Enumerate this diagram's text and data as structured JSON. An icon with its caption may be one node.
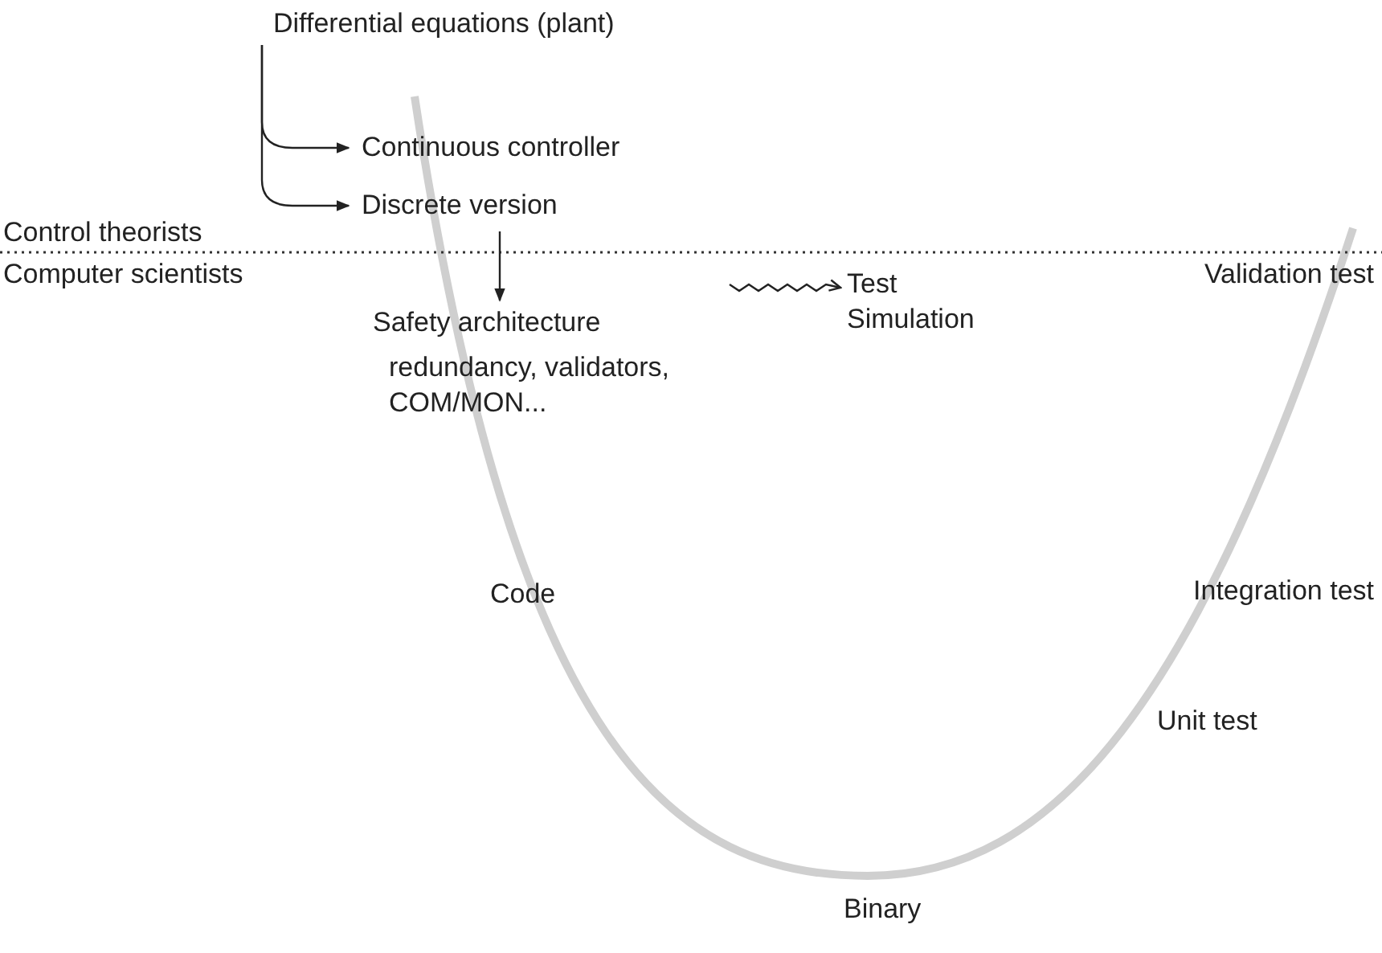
{
  "diagram": {
    "nodes": [
      {
        "text": [
          "Differential equations (plant)"
        ]
      },
      {
        "text": [
          "Continuous controller"
        ]
      },
      {
        "text": [
          "Discrete version"
        ]
      },
      {
        "text": [
          "Safety architecture",
          "redundancy, validators, COM/MON..."
        ]
      },
      {
        "text": [
          "Test Simulation"
        ]
      }
    ],
    "edges": [
      {
        "from": 0,
        "to": 1,
        "arrow": "to"
      },
      {
        "from": 0,
        "to": 2,
        "arrow": "to"
      },
      {
        "from": 2,
        "to": 3,
        "arrow": "to"
      },
      {
        "from": 3,
        "to": 4,
        "arrow": "to"
      }
    ],
    "labels": [
      "Control theorists",
      "Computer scientists",
      "Validation test",
      "Integration test",
      "Code",
      "Unit test",
      "Binary"
    ]
  }
}
